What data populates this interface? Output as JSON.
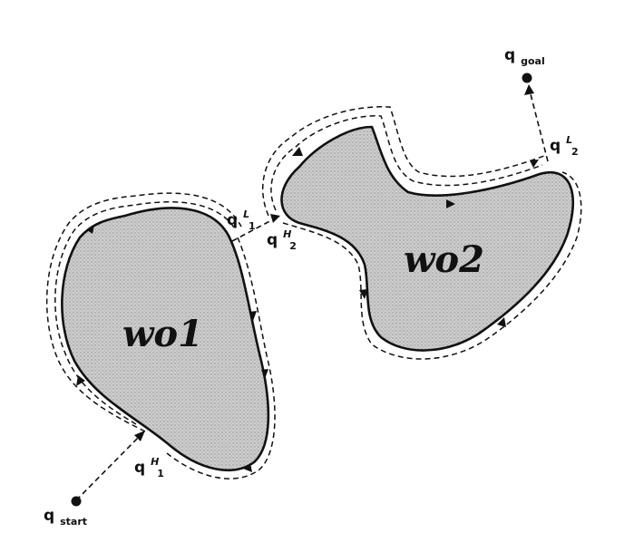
{
  "obstacles": {
    "wo1": {
      "label": "wo1"
    },
    "wo2": {
      "label": "wo2"
    }
  },
  "points": {
    "start": {
      "base": "q",
      "sub": "start"
    },
    "goal": {
      "base": "q",
      "sub": "goal"
    },
    "q1H": {
      "base": "q",
      "sub": "1",
      "sup": "H"
    },
    "q1L": {
      "base": "q",
      "sub": "1",
      "sup": "L"
    },
    "q2H": {
      "base": "q",
      "sub": "2",
      "sup": "H"
    },
    "q2L": {
      "base": "q",
      "sub": "2",
      "sup": "L"
    }
  },
  "colors": {
    "ink": "#111111",
    "obstacle_fill": "#c8c8c8",
    "background": "#ffffff"
  }
}
